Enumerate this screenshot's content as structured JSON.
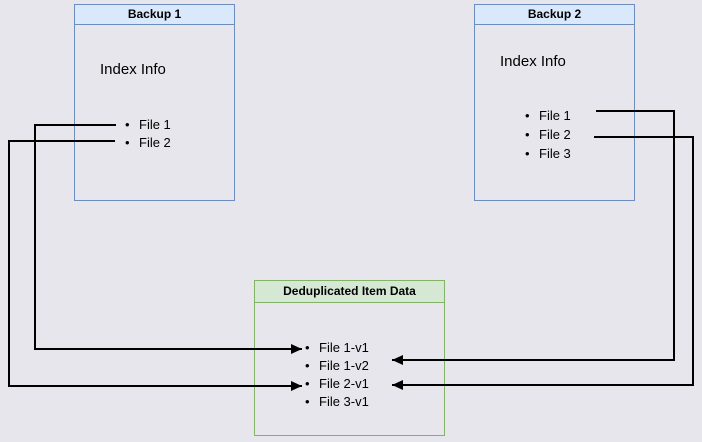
{
  "diagram": {
    "backup1": {
      "title": "Backup 1",
      "index_label": "Index Info",
      "files": [
        "File 1",
        "File 2"
      ]
    },
    "backup2": {
      "title": "Backup 2",
      "index_label": "Index Info",
      "files": [
        "File 1",
        "File 2",
        "File 3"
      ]
    },
    "dedup": {
      "title": "Deduplicated Item Data",
      "items": [
        "File 1-v1",
        "File 1-v2",
        "File 2-v1",
        "File 3-v1"
      ]
    },
    "connections": [
      {
        "from": "Backup 1 / File 1",
        "to": "File 1-v1"
      },
      {
        "from": "Backup 1 / File 2",
        "to": "File 2-v1"
      },
      {
        "from": "Backup 2 / File 1",
        "to": "File 1-v2"
      },
      {
        "from": "Backup 2 / File 2",
        "to": "File 2-v1"
      }
    ],
    "colors": {
      "background": "#e7e6ec",
      "blue_border": "#6c8ebf",
      "blue_header_fill": "#dae8fc",
      "green_border": "#82b366",
      "green_header_fill": "#d5e8d4",
      "line": "#000000"
    }
  }
}
